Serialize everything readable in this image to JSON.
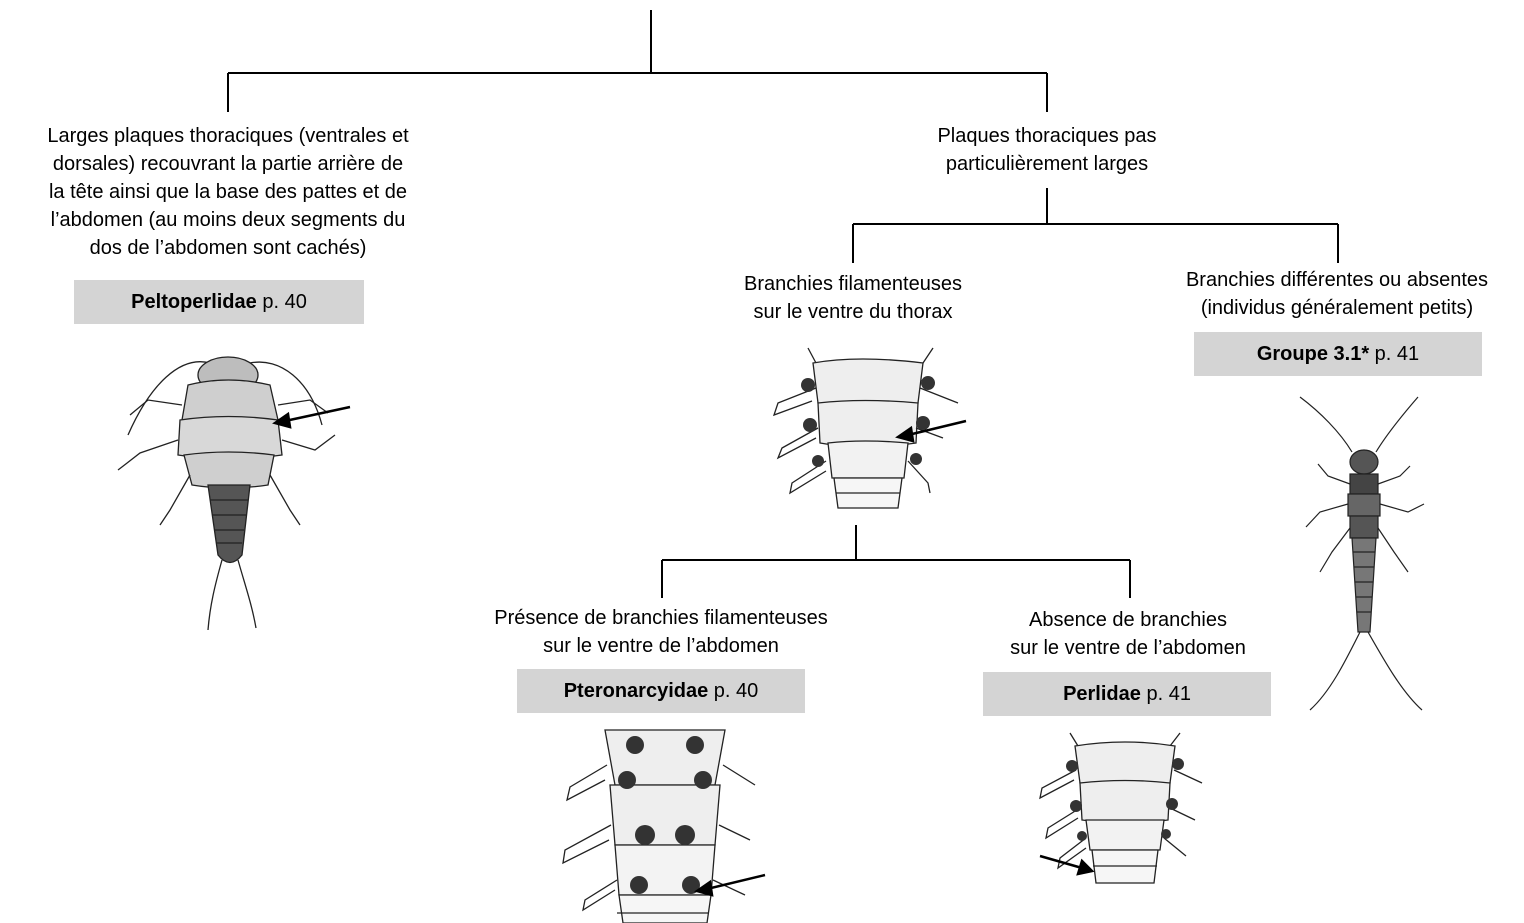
{
  "root": {},
  "left": {
    "description_lines": [
      "Larges plaques thoraciques (ventrales et",
      "dorsales) recouvrant la partie arrière de",
      "la tête ainsi que la base des pattes et de",
      "l’abdomen (au moins deux segments du",
      "dos de l’abdomen sont cachés)"
    ],
    "family": "Peltoperlidae",
    "page_ref": "p. 40",
    "image": "peltoperlidae-nymph-dorsal-illustration"
  },
  "right": {
    "description_lines": [
      "Plaques thoraciques pas",
      "particulièrement larges"
    ],
    "gills_thorax": {
      "description_lines": [
        "Branchies filamenteuses",
        "sur le ventre du thorax"
      ],
      "image": "thorax-ventral-gills-illustration",
      "with_abdominal_gills": {
        "description_lines": [
          "Présence de branchies filamenteuses",
          "sur le ventre de l’abdomen"
        ],
        "family": "Pteronarcyidae",
        "page_ref": "p. 40",
        "image": "pteronarcyidae-ventral-illustration"
      },
      "without_abdominal_gills": {
        "description_lines": [
          "Absence de branchies",
          "sur le ventre de l’abdomen"
        ],
        "family": "Perlidae",
        "page_ref": "p. 41",
        "image": "perlidae-ventral-illustration"
      }
    },
    "gills_other": {
      "description_lines": [
        "Branchies différentes ou absentes",
        "(individus généralement petits)"
      ],
      "group": "Groupe 3.1*",
      "page_ref": "p. 41",
      "image": "small-stonefly-nymph-illustration"
    }
  }
}
